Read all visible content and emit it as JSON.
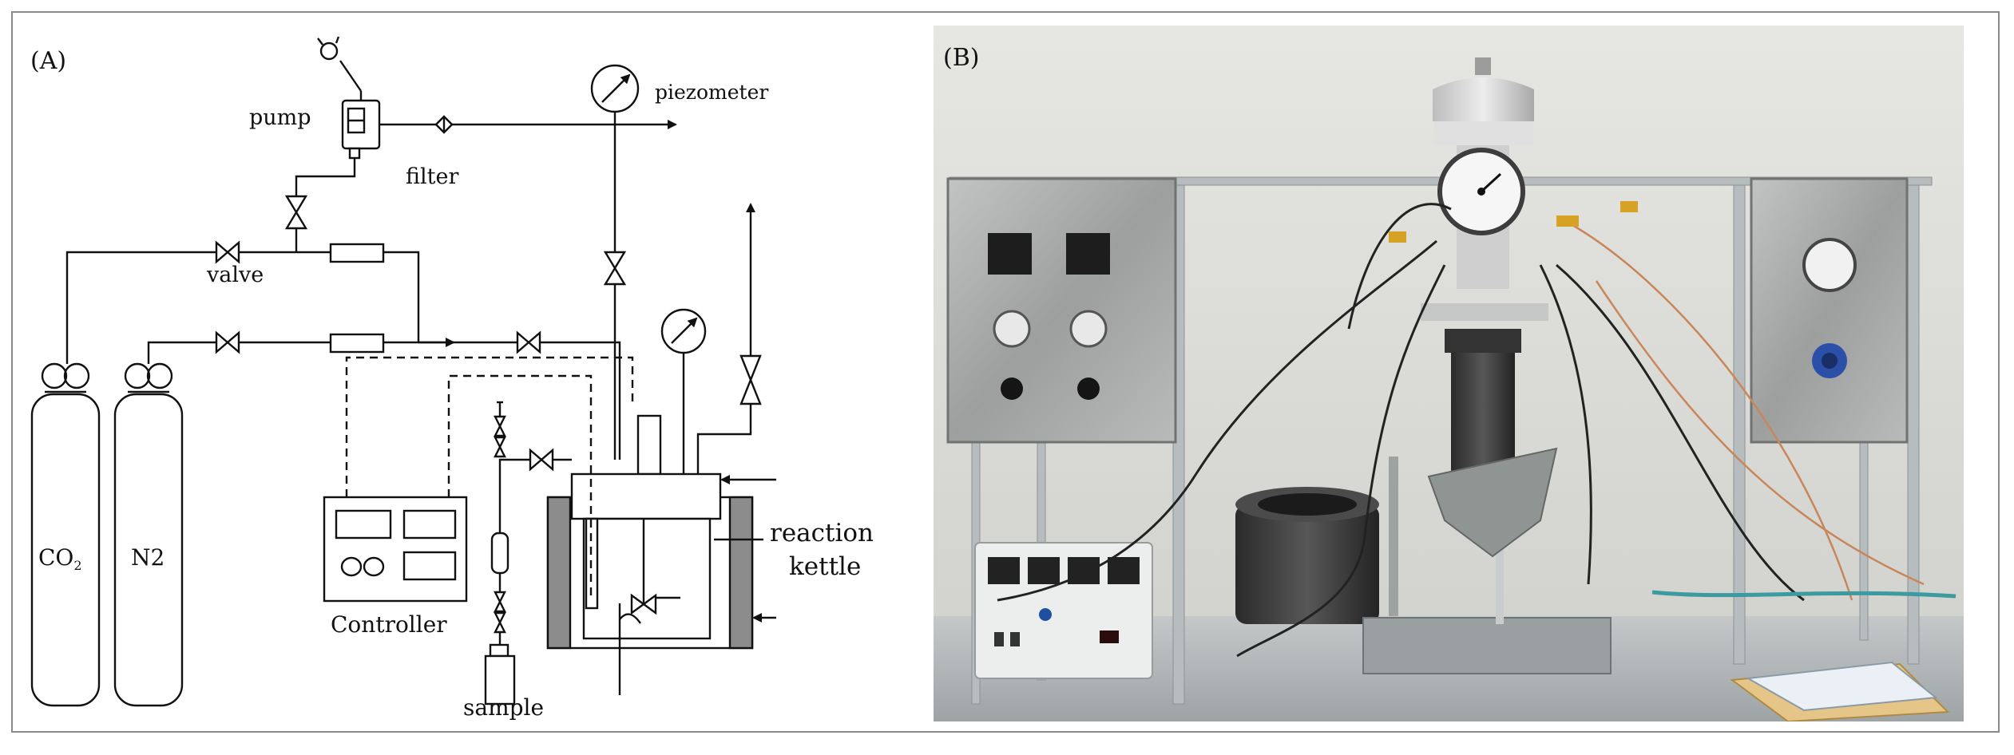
{
  "panel_a": {
    "panel_label": "(A)",
    "labels": {
      "pump": "pump",
      "piezometer": "piezometer",
      "filter": "filter",
      "valve": "valve",
      "co2": "CO",
      "co2_sub": "2",
      "n2": "N2",
      "controller": "Controller",
      "reaction": "reaction",
      "kettle": "kettle",
      "sample": "sample"
    }
  },
  "panel_b": {
    "panel_label": "(B)",
    "photo_description_icon": "photo-reactor-apparatus"
  },
  "colors": {
    "line": "#111111",
    "heater_gray": "#8c8c8c",
    "frame_border": "#8a8a8a",
    "wall": "#dcdcd6",
    "table": "#b8bcbe",
    "panel_steel": "#a7aaa9",
    "dark_metal": "#3b3b3b"
  }
}
